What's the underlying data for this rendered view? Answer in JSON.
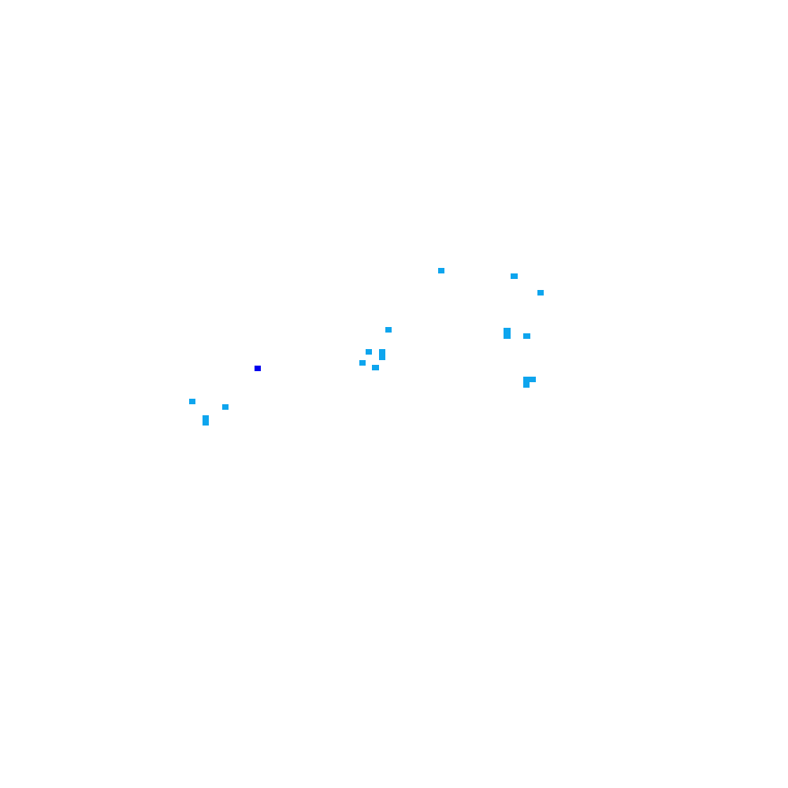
{
  "colors": {
    "background": "#ffffff",
    "cell": "#0ea5ee",
    "highlight": "#0000ee"
  },
  "cell_types": [
    "cell",
    "cell",
    "cell",
    "cell",
    "cell",
    "cell",
    "cell",
    "cell",
    "cell",
    "cell",
    "cell",
    "cell",
    "cell",
    "cell",
    "cell",
    "cell",
    "highlight"
  ]
}
